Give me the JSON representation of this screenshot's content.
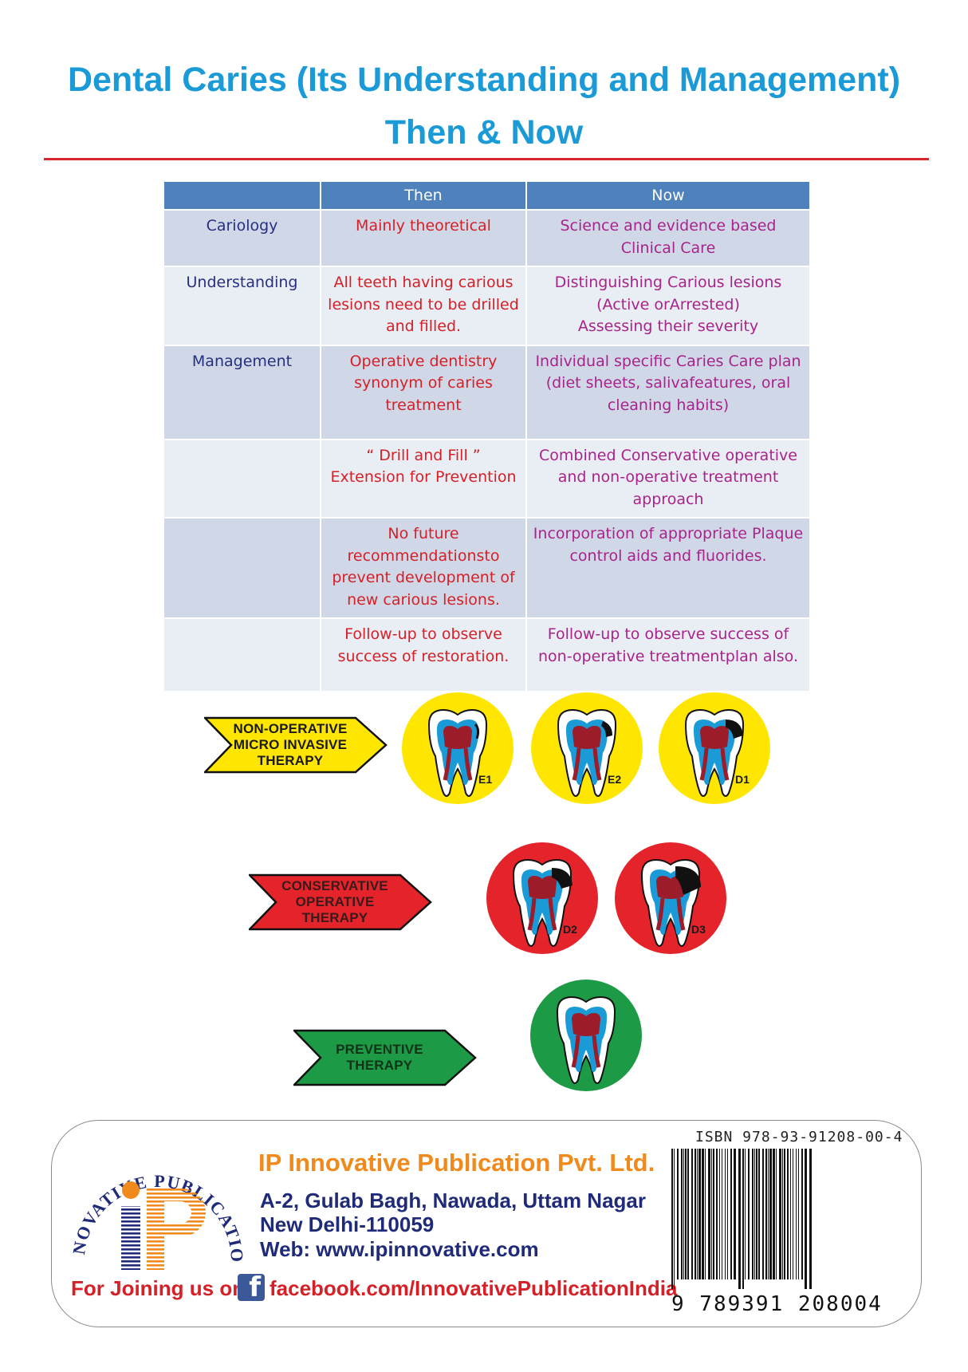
{
  "header": {
    "title_line1": "Dental Caries (Its Understanding and Management)",
    "title_line2": "Then & Now"
  },
  "table": {
    "headers": [
      "",
      "Then",
      "Now"
    ],
    "rows": [
      {
        "label": "Cariology",
        "then": [
          "Mainly theoretical"
        ],
        "now": [
          "Science and evidence based",
          "Clinical Care"
        ]
      },
      {
        "label": "Understanding",
        "then": [
          "All teeth having carious",
          "lesions need to be drilled",
          "and filled."
        ],
        "now": [
          "Distinguishing Carious lesions",
          "(Active orArrested)",
          "Assessing their severity"
        ]
      },
      {
        "label": "Management",
        "then": [
          "Operative dentistry",
          "synonym of caries",
          "treatment"
        ],
        "now": [
          "Individual specific Caries Care plan",
          "(diet sheets, salivafeatures, oral",
          "cleaning habits)"
        ]
      },
      {
        "label": "",
        "then": [
          "“ Drill and Fill ”",
          "Extension for Prevention"
        ],
        "now": [
          "Combined Conservative operative",
          "and non-operative treatment",
          "approach"
        ]
      },
      {
        "label": "",
        "then": [
          "No future",
          "recommendationsto",
          "prevent development of",
          "new carious lesions."
        ],
        "now": [
          "Incorporation of appropriate Plaque",
          "control aids and fluorides."
        ]
      },
      {
        "label": "",
        "then": [
          "Follow-up to observe",
          "success of restoration."
        ],
        "now": [
          "Follow-up to observe success of",
          "non-operative treatmentplan also."
        ]
      }
    ]
  },
  "therapies": [
    {
      "lines": [
        "NON-OPERATIVE",
        "MICRO INVASIVE",
        "THERAPY"
      ],
      "color": "#ffe600",
      "text_color": "#1a1a1a",
      "badges": [
        {
          "stage": "E1",
          "circle": "#ffe600"
        },
        {
          "stage": "E2",
          "circle": "#ffe600"
        },
        {
          "stage": "D1",
          "circle": "#ffe600"
        }
      ]
    },
    {
      "lines": [
        "CONSERVATIVE",
        "OPERATIVE",
        "THERAPY"
      ],
      "color": "#e4232a",
      "text_color": "#3a1a1a",
      "badges": [
        {
          "stage": "D2",
          "circle": "#e4232a"
        },
        {
          "stage": "D3",
          "circle": "#e4232a"
        }
      ]
    },
    {
      "lines": [
        "PREVENTIVE",
        "THERAPY"
      ],
      "color": "#1c9a45",
      "text_color": "#113318",
      "badges": [
        {
          "stage": "",
          "circle": "#1c9a45"
        }
      ]
    }
  ],
  "publisher": {
    "logo_arc_text": "INNOVATIVE PUBLICATION",
    "logo_letters": "ip",
    "name": "IP Innovative Publication Pvt. Ltd.",
    "address_line1": "A-2, Gulab Bagh, Nawada, Uttam Nagar",
    "address_line2": "New Delhi-110059",
    "web": "Web: www.ipinnovative.com",
    "join_text": "For Joining us on",
    "facebook_url": "facebook.com/InnovativePublicationIndia"
  },
  "isbn": {
    "label": "ISBN 978-93-91208-00-4",
    "digits": "9 789391 208004"
  },
  "colors": {
    "title_blue": "#1a9ad6",
    "rule_red": "#d8262f",
    "header_blue": "#4f81bd",
    "label_navy": "#262f80",
    "then_red": "#d62027",
    "now_purple": "#a8238a",
    "publisher_orange": "#f08a1c"
  }
}
